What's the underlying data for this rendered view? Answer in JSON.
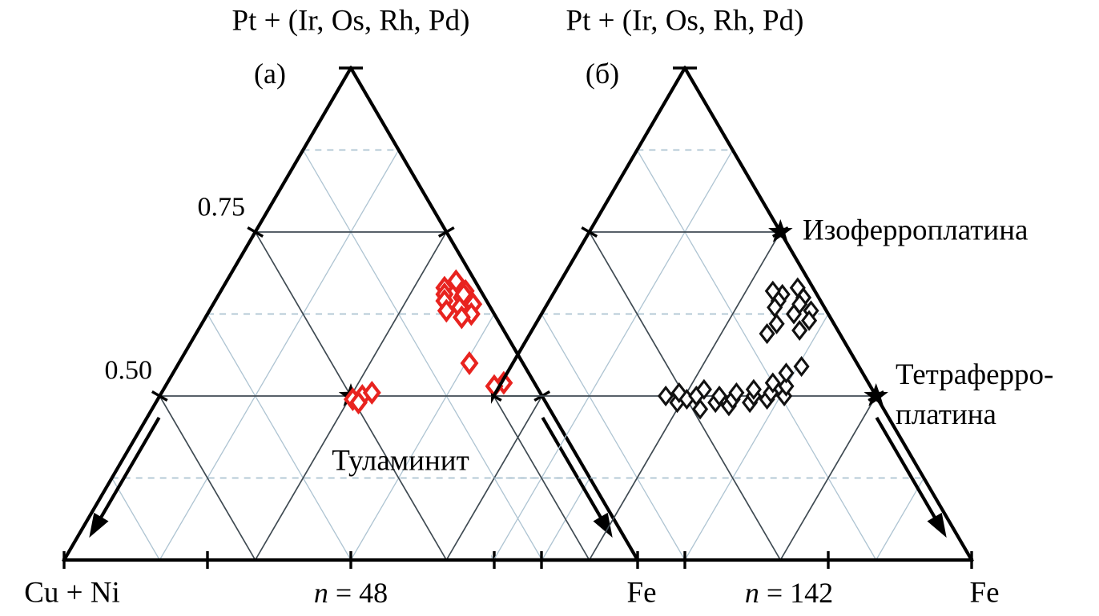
{
  "colors": {
    "panel_a_marker": "#e8231f",
    "panel_b_marker": "#111111",
    "grid_major": "#3f4a52",
    "grid_minor_solid": "#aec4d2",
    "grid_minor_dashed": "#9fb9c9",
    "axis": "#000000",
    "marker_fill": "#ffffff"
  },
  "chart_data": [
    {
      "type": "scatter",
      "subtype": "ternary",
      "panel_label": "(а)",
      "apex_label": "Pt + (Ir, Os, Rh, Pd)",
      "left_corner_label": "Cu + Ni",
      "right_corner_label": "Fe",
      "n_var": "n",
      "n_rest": " = 48",
      "pt_axis_range": [
        0.25,
        1.0
      ],
      "grid": {
        "major_step": 0.25,
        "minor_step": 0.125,
        "on": true
      },
      "left_edge_tick_labels": [
        {
          "pt": 0.75,
          "text": "0.75"
        },
        {
          "pt": 0.5,
          "text": "0.50"
        }
      ],
      "marker": {
        "shape": "open-diamond",
        "color_key": "panel_a_marker"
      },
      "reference_points": [
        {
          "name": "tulaminit",
          "label_lines": [
            "Туламинит"
          ],
          "composition": [
            0.5,
            0.25,
            0.25
          ]
        }
      ],
      "trend_arrows": [
        "left-edge",
        "right-edge"
      ],
      "points_format": [
        "Pt+(Ir,Os,Rh,Pd)",
        "Cu+Ni",
        "Fe"
      ],
      "points": [
        [
          0.675,
          0.025,
          0.3
        ],
        [
          0.665,
          0.045,
          0.29
        ],
        [
          0.66,
          0.02,
          0.32
        ],
        [
          0.655,
          0.05,
          0.295
        ],
        [
          0.65,
          0.03,
          0.32
        ],
        [
          0.645,
          0.055,
          0.3
        ],
        [
          0.64,
          0.02,
          0.34
        ],
        [
          0.635,
          0.04,
          0.325
        ],
        [
          0.63,
          0.06,
          0.31
        ],
        [
          0.625,
          0.03,
          0.345
        ],
        [
          0.655,
          0.025,
          0.32
        ],
        [
          0.62,
          0.045,
          0.335
        ],
        [
          0.55,
          0.07,
          0.38
        ],
        [
          0.52,
          0.04,
          0.44
        ],
        [
          0.515,
          0.055,
          0.43
        ],
        [
          0.5,
          0.235,
          0.265
        ],
        [
          0.495,
          0.25,
          0.255
        ],
        [
          0.505,
          0.22,
          0.275
        ],
        [
          0.49,
          0.245,
          0.265
        ]
      ]
    },
    {
      "type": "scatter",
      "subtype": "ternary",
      "panel_label": "(б)",
      "apex_label": "Pt + (Ir, Os, Rh, Pd)",
      "right_corner_label": "Fe",
      "n_var": "n",
      "n_rest": " = 142",
      "pt_axis_range": [
        0.25,
        1.0
      ],
      "grid": {
        "major_step": 0.25,
        "minor_step": 0.125,
        "on": true
      },
      "marker": {
        "shape": "open-diamond",
        "color_key": "panel_b_marker"
      },
      "reference_points": [
        {
          "name": "izoferroplatina",
          "label_lines": [
            "Изоферроплатина"
          ],
          "composition": [
            0.75,
            0.0,
            0.25
          ]
        },
        {
          "name": "tetraferroplatina",
          "label_lines": [
            "Тетраферро-",
            "платина"
          ],
          "composition": [
            0.5,
            0.0,
            0.5
          ]
        }
      ],
      "trend_arrows": [
        "right-edge"
      ],
      "points_format": [
        "Pt+(Ir,Os,Rh,Pd)",
        "Cu+Ni",
        "Fe"
      ],
      "points": [
        [
          0.665,
          0.02,
          0.315
        ],
        [
          0.655,
          0.045,
          0.3
        ],
        [
          0.65,
          0.02,
          0.33
        ],
        [
          0.645,
          0.055,
          0.3
        ],
        [
          0.64,
          0.03,
          0.33
        ],
        [
          0.635,
          0.065,
          0.3
        ],
        [
          0.63,
          0.02,
          0.35
        ],
        [
          0.625,
          0.045,
          0.33
        ],
        [
          0.615,
          0.03,
          0.355
        ],
        [
          0.61,
          0.075,
          0.315
        ],
        [
          0.6,
          0.05,
          0.35
        ],
        [
          0.595,
          0.095,
          0.31
        ],
        [
          0.66,
          0.055,
          0.285
        ],
        [
          0.5,
          0.275,
          0.225
        ],
        [
          0.49,
          0.265,
          0.245
        ],
        [
          0.505,
          0.255,
          0.24
        ],
        [
          0.495,
          0.25,
          0.255
        ],
        [
          0.48,
          0.24,
          0.28
        ],
        [
          0.5,
          0.235,
          0.265
        ],
        [
          0.51,
          0.22,
          0.27
        ],
        [
          0.49,
          0.215,
          0.295
        ],
        [
          0.5,
          0.205,
          0.295
        ],
        [
          0.485,
          0.2,
          0.315
        ],
        [
          0.495,
          0.19,
          0.315
        ],
        [
          0.505,
          0.18,
          0.315
        ],
        [
          0.49,
          0.17,
          0.34
        ],
        [
          0.5,
          0.16,
          0.34
        ],
        [
          0.51,
          0.155,
          0.335
        ],
        [
          0.495,
          0.145,
          0.36
        ],
        [
          0.505,
          0.135,
          0.36
        ],
        [
          0.52,
          0.125,
          0.355
        ],
        [
          0.5,
          0.12,
          0.38
        ],
        [
          0.515,
          0.11,
          0.375
        ],
        [
          0.535,
          0.1,
          0.365
        ],
        [
          0.545,
          0.075,
          0.38
        ]
      ]
    }
  ]
}
